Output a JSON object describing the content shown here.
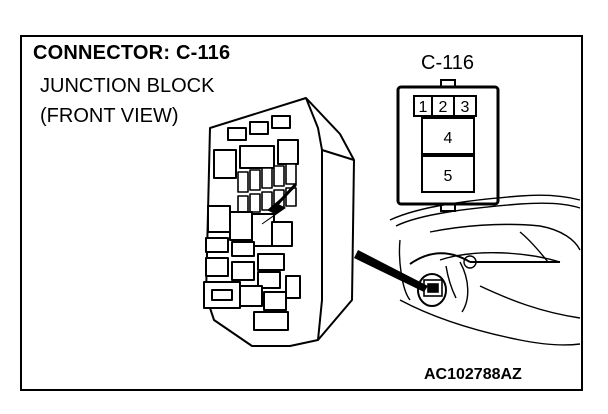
{
  "title": "CONNECTOR: C-116",
  "subtitle_line1": "JUNCTION BLOCK",
  "subtitle_line2": "(FRONT VIEW)",
  "connector": {
    "label": "C-116",
    "pins": [
      "1",
      "2",
      "3",
      "4",
      "5"
    ]
  },
  "figure_code": "AC102788AZ"
}
